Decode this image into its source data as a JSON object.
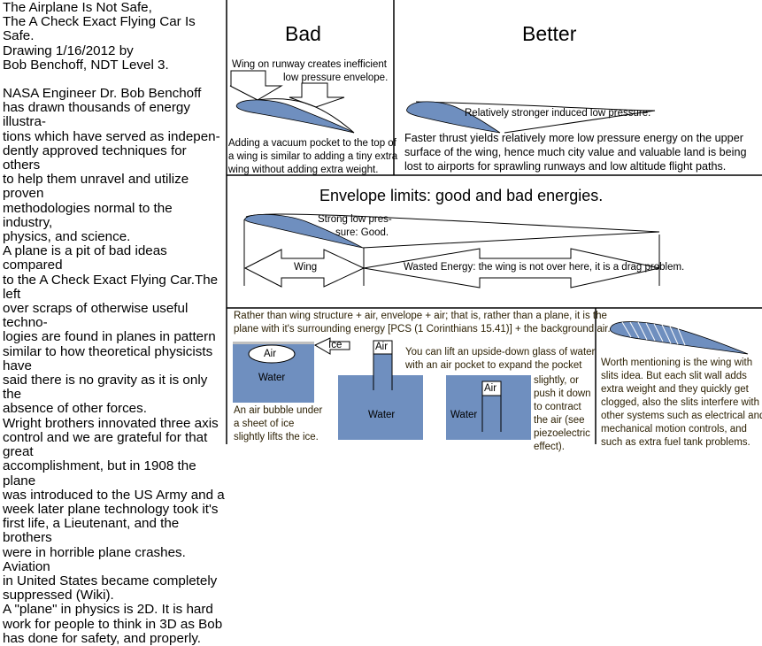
{
  "intro": {
    "title_lines": [
      "The Airplane Is Not Safe,",
      "The A Check Exact Flying Car Is Safe.",
      "Drawing 1/16/2012 by",
      "Bob Benchoff, NDT Level 3."
    ],
    "paragraphs": [
      "  NASA Engineer Dr. Bob Benchoff\nhas drawn thousands of energy illustra-\ntions which have served as indepen-\ndently approved techniques for others\nto help them unravel and utilize proven\nmethodologies normal to the industry,\nphysics, and science.",
      "  A plane is a pit of bad ideas compared\nto the A Check Exact Flying Car.The left\nover scraps of otherwise useful techno-\nlogies are found in planes in pattern\nsimilar to how theoretical physicists have\nsaid there is no gravity as it is only the\nabsence of other forces.",
      "  Wright brothers innovated three axis\ncontrol and we are grateful for that great\naccomplishment, but in 1908 the plane\nwas introduced to the US Army and a\nweek later plane technology took it's\nfirst life, a Lieutenant, and the brothers\nwere in horrible plane crashes. Aviation\nin United States became completely\nsuppressed (Wiki).",
      "  A \"plane\" in physics is 2D. It is hard\nwork for people to think in 3D as Bob\nhas done for safety, and properly."
    ]
  },
  "bad": {
    "title": "Bad",
    "label_line1": "Wing on runway creates inefficient",
    "label_line2": "low pressure envelope.",
    "caption": [
      "Adding a vacuum pocket to the top of",
      "a wing is similar to adding a tiny extra",
      "wing without adding extra weight."
    ]
  },
  "better": {
    "title": "Better",
    "label": "Relatively stronger induced low pressure.",
    "caption": [
      "Faster thrust yields relatively more low pressure energy on the upper",
      "surface of the wing, hence much city value and valuable land is being",
      "lost to airports for sprawling runways and low altitude flight paths."
    ]
  },
  "envelope": {
    "title": "Envelope limits: good and bad energies.",
    "good_line1": "Strong low pres-",
    "good_line2": "sure: Good.",
    "wing_label": "Wing",
    "wasted_label": "Wasted Energy: the wing is not over here, it is a drag problem."
  },
  "bottom": {
    "intro": [
      "Rather than wing structure + air, envelope + air; that is, rather than a plane, it is the",
      "plane with it's surrounding energy [PCS (1 Corinthians 15.41)] + the background air."
    ],
    "ice_label": "Ice",
    "air_label": "Air",
    "water_label": "Water",
    "ice_caption": [
      "An air bubble under",
      "a sheet of ice",
      "slightly lifts the ice."
    ],
    "glass_text": [
      "You can lift an upside-down glass of water",
      "with an air pocket to expand the pocket"
    ],
    "glass_text2": [
      "slightly, or",
      "push it down",
      "to contract",
      "the air (see",
      "piezoelectric",
      "effect)."
    ]
  },
  "slits": {
    "caption": [
      "Worth mentioning is the wing with",
      "slits idea. But each slit wall adds",
      "extra weight and they quickly get",
      "clogged, also the slits interfere with",
      "other systems such as electrical and",
      "mechanical motion controls, and",
      "such as extra fuel tank problems."
    ]
  },
  "colors": {
    "wing_fill": "#6f8fbf",
    "water_fill": "#6f8fbf",
    "ice": "#c0c0c0",
    "text_brown": "#2a1e00"
  }
}
